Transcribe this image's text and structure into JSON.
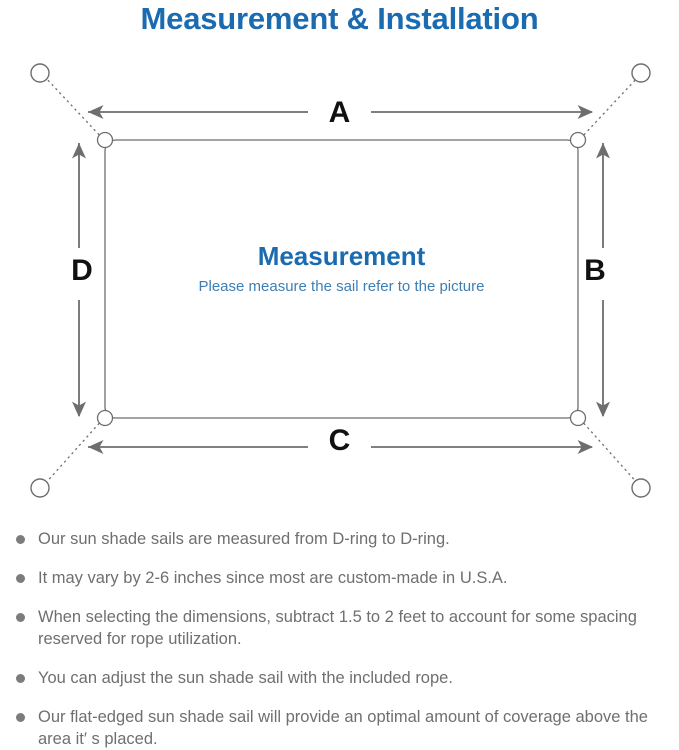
{
  "page": {
    "title": "Measurement & Installation",
    "title_color": "#1b6bb0",
    "background_color": "#ffffff"
  },
  "diagram": {
    "name": "sun-shade-sail-measurement-diagram",
    "line_color": "#6e6e6e",
    "labels": {
      "top": "A",
      "right": "B",
      "bottom": "C",
      "left": "D"
    },
    "center": {
      "heading": "Measurement",
      "heading_color": "#1b6bb0",
      "subtext": "Please measure the sail refer to the picture",
      "subtext_color": "#3d7fb5"
    },
    "corner_rings": [
      "d-ring-top-left",
      "d-ring-top-right",
      "d-ring-bottom-right",
      "d-ring-bottom-left"
    ],
    "anchor_points": [
      "anchor-top-left",
      "anchor-top-right",
      "anchor-bottom-right",
      "anchor-bottom-left"
    ]
  },
  "notes": {
    "bullet_color": "#7c7c7c",
    "text_color": "#6f6f6f",
    "items": [
      "Our sun shade sails are measured from D-ring to D-ring.",
      "It may vary by 2-6 inches since most are custom-made in U.S.A.",
      "When selecting the dimensions, subtract 1.5 to 2 feet to account for some spacing reserved for rope utilization.",
      "You can adjust the sun shade sail with the included rope.",
      "Our flat-edged sun shade sail will provide an optimal amount of coverage above the area it′ s placed."
    ]
  }
}
